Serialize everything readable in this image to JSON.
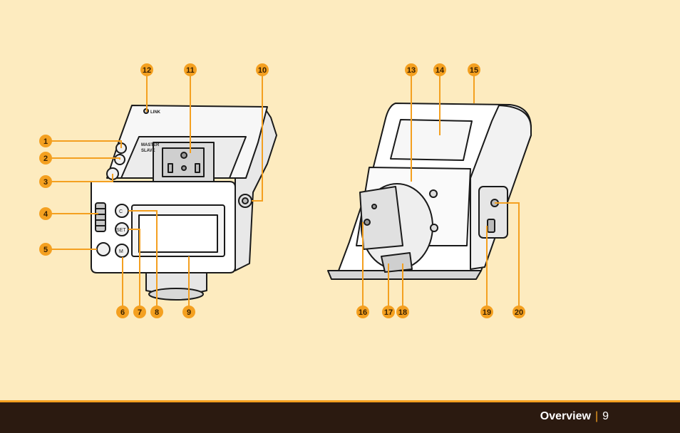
{
  "footer": {
    "title": "Overview",
    "page_number": "9"
  },
  "device_labels": {
    "link": "LINK",
    "master": "MASTER",
    "slave": "SLAVE",
    "button_m": "M",
    "button_set": "SET",
    "button_c": "C"
  },
  "callouts": [
    "1",
    "2",
    "3",
    "4",
    "5",
    "6",
    "7",
    "8",
    "9",
    "10",
    "11",
    "12",
    "13",
    "14",
    "15",
    "16",
    "17",
    "18",
    "19",
    "20"
  ],
  "colors": {
    "background": "#fdebbf",
    "accent": "#f4a020",
    "footer": "#2b1a10"
  }
}
